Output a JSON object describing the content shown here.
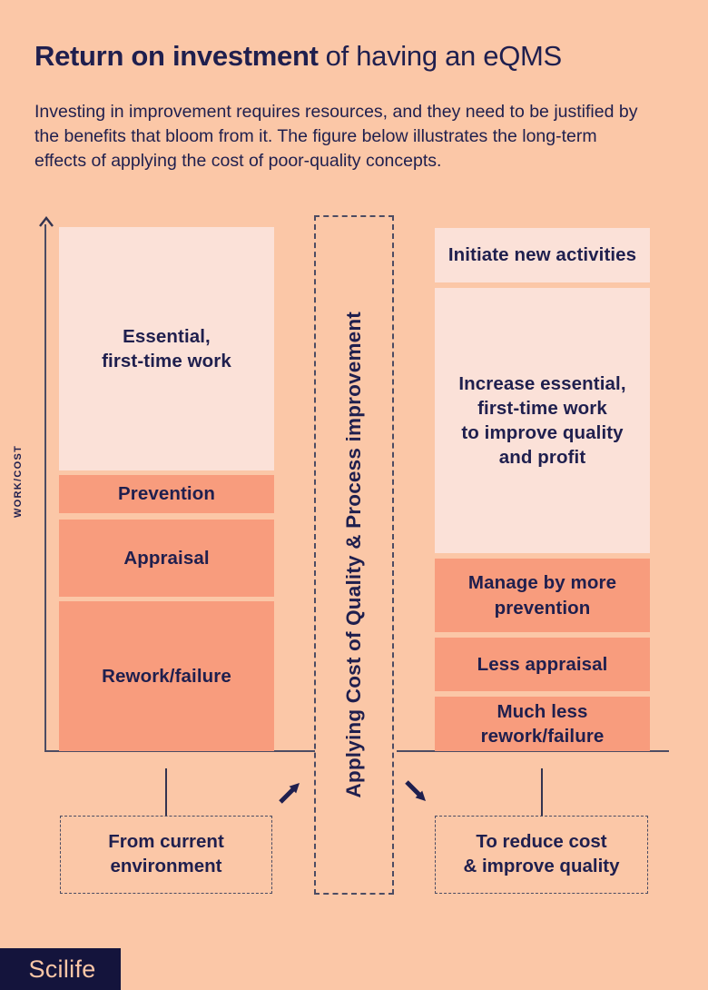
{
  "palette": {
    "background": "#FBC7A7",
    "bar_salmon": "#F89C7D",
    "bar_light_pink": "#FBE1D8",
    "text_navy": "#1F1F4E",
    "line_color": "#4C4C63",
    "logo_bg": "#14143C",
    "logo_text_color": "#FBC7A7"
  },
  "header": {
    "title_bold": "Return on investment",
    "title_regular": "of having an eQMS",
    "intro": "Investing in improvement requires resources, and they need to be justified by\nthe benefits that bloom from it. The figure below illustrates the long-term\neffects of applying the cost of poor-quality concepts."
  },
  "diagram": {
    "y_axis_label": "WORK/COST",
    "left_stack": {
      "bars": [
        {
          "label": "Essential,\nfirst-time work",
          "tone": "light"
        },
        {
          "label": "Prevention",
          "tone": "salmon"
        },
        {
          "label": "Appraisal",
          "tone": "salmon"
        },
        {
          "label": "Rework/failure",
          "tone": "salmon"
        }
      ],
      "callout": "From current\nenvironment"
    },
    "center_column": {
      "label": "Applying Cost of Quality & Process improvement"
    },
    "right_stack": {
      "bars": [
        {
          "label": "Initiate new activities",
          "tone": "light"
        },
        {
          "label": "Increase essential,\nfirst-time work\nto improve quality\nand profit",
          "tone": "light"
        },
        {
          "label": "Manage by more\nprevention",
          "tone": "salmon"
        },
        {
          "label": "Less appraisal",
          "tone": "salmon"
        },
        {
          "label": "Much less\nrework/failure",
          "tone": "salmon"
        }
      ],
      "callout": "To reduce cost\n& improve quality"
    }
  },
  "footer": {
    "logo": "Scilife"
  }
}
